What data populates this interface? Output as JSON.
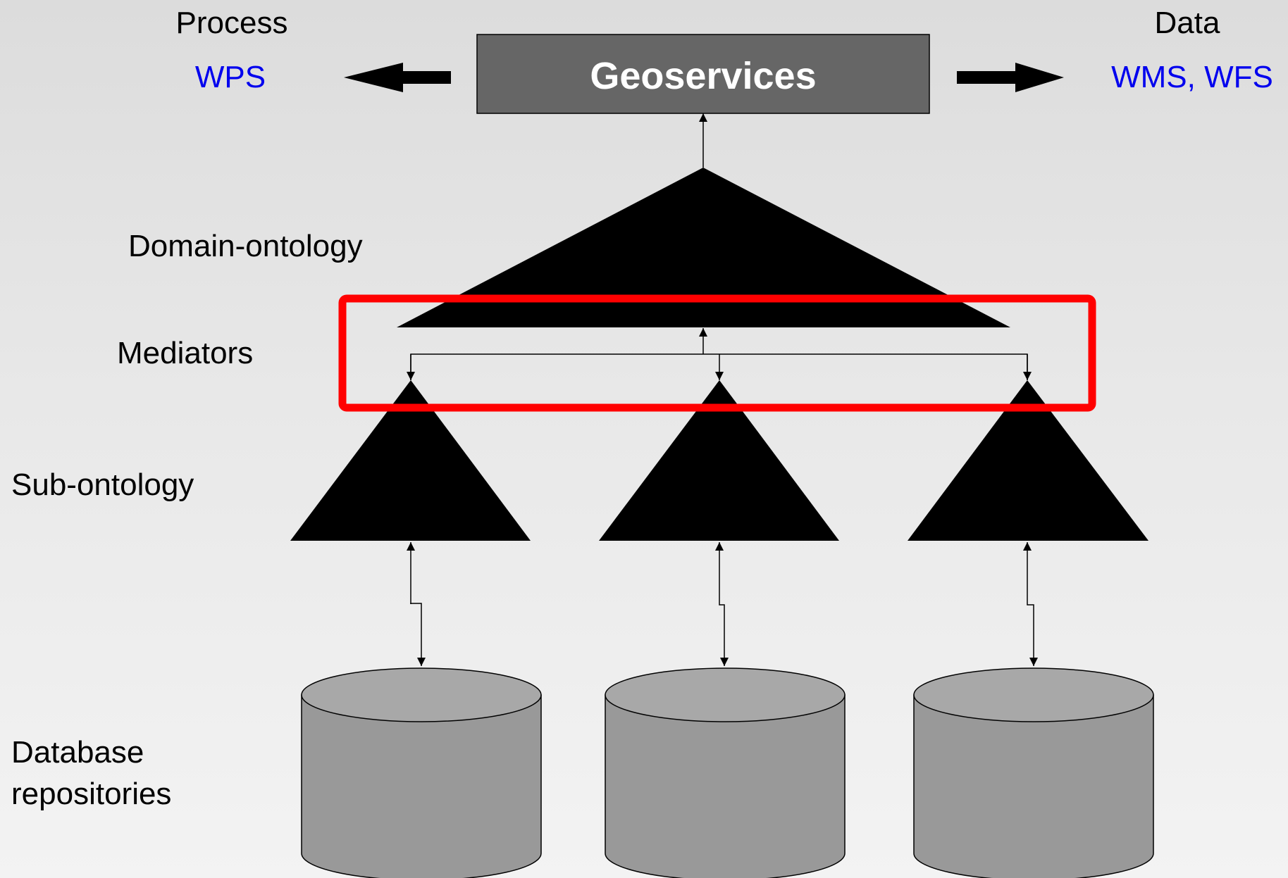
{
  "geoservices": {
    "title": "Geoservices"
  },
  "left": {
    "heading": "Process",
    "service": "WPS"
  },
  "right": {
    "heading": "Data",
    "service": "WMS, WFS"
  },
  "layers": {
    "domain": "Domain-ontology",
    "mediators": "Mediators",
    "sub": "Sub-ontology",
    "db_line1": "Database",
    "db_line2": "repositories"
  },
  "colors": {
    "box_fill": "#666666",
    "highlight": "#ff0000",
    "service_text": "#0000ee",
    "cylinder_fill": "#999999",
    "cylinder_top": "#a8a8a8"
  }
}
